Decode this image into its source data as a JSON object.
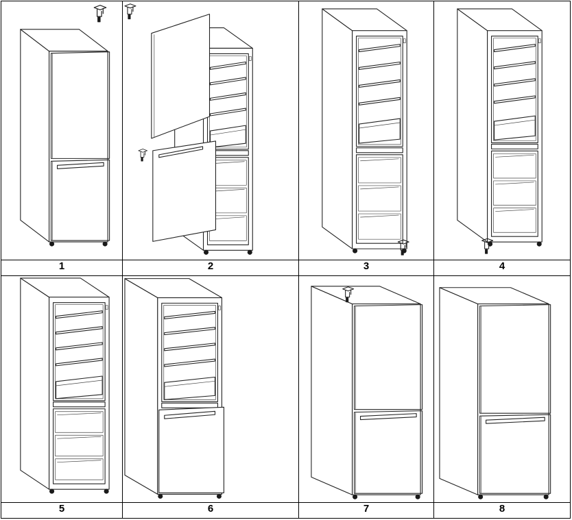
{
  "steps": [
    {
      "number": "1",
      "figure": "closed-fridge-hinge-removed"
    },
    {
      "number": "2",
      "figure": "doors-removed-exploded"
    },
    {
      "number": "3",
      "figure": "open-fridge-lower-hinge"
    },
    {
      "number": "4",
      "figure": "open-fridge-hinge-moved"
    },
    {
      "number": "5",
      "figure": "open-fridge-no-doors"
    },
    {
      "number": "6",
      "figure": "lower-door-reinstalled"
    },
    {
      "number": "7",
      "figure": "upper-door-top-hinge"
    },
    {
      "number": "8",
      "figure": "fully-reassembled"
    }
  ]
}
